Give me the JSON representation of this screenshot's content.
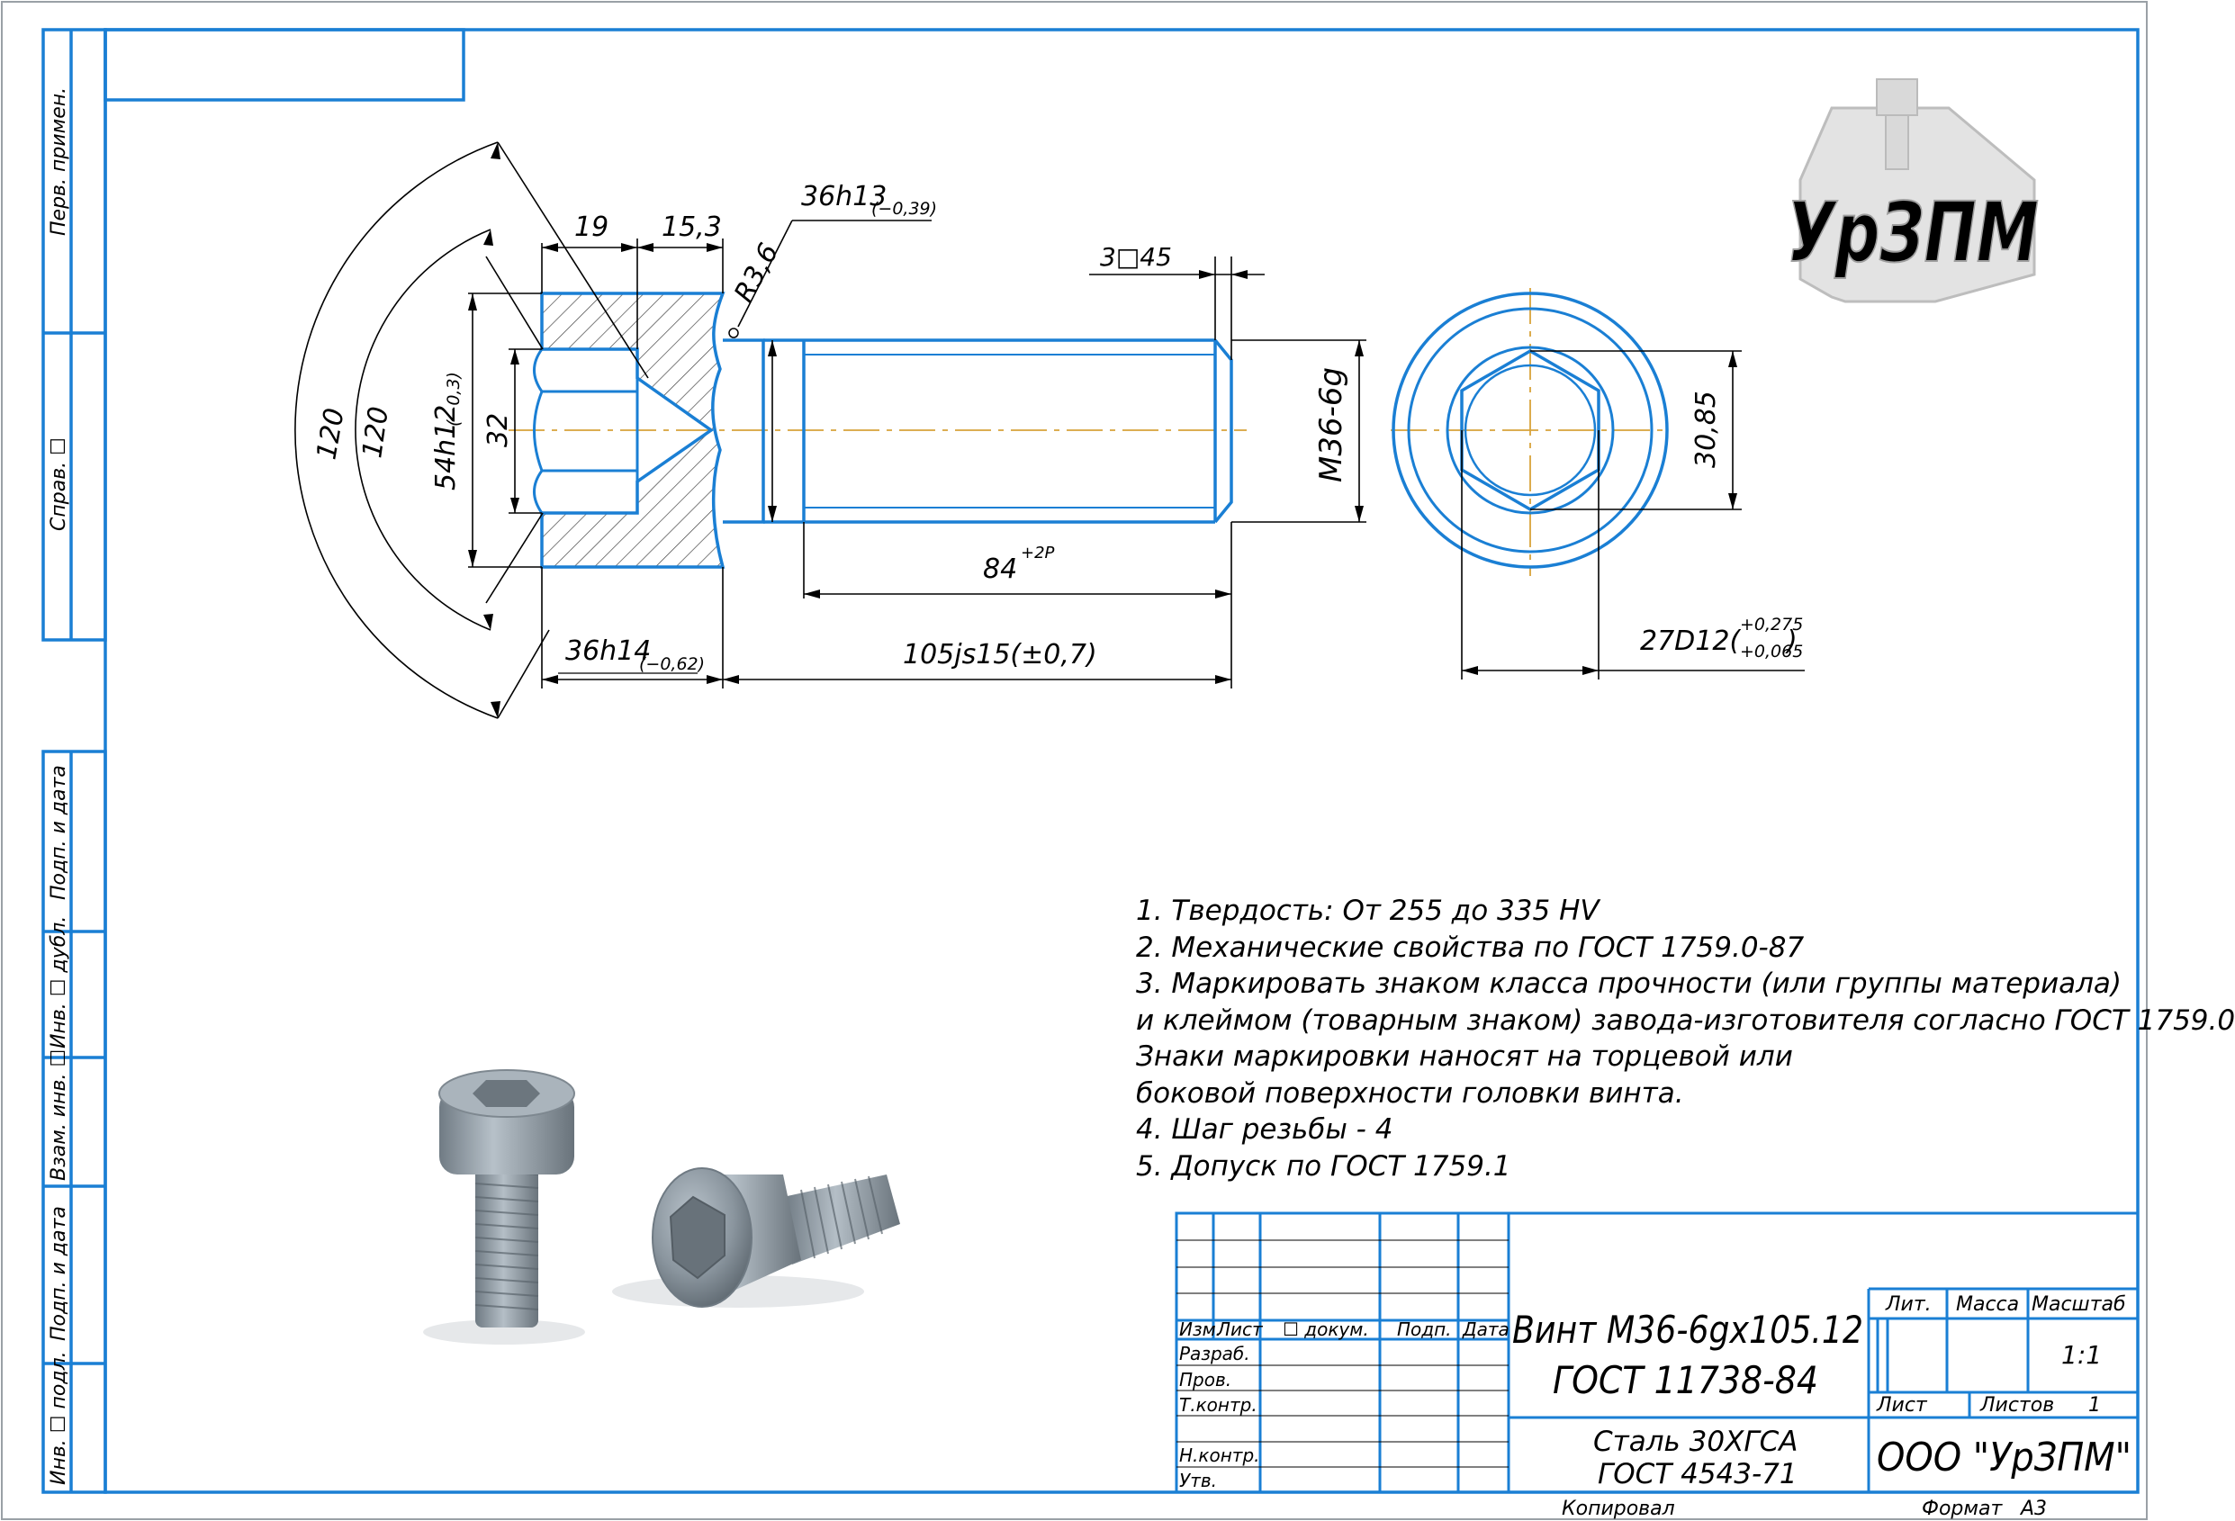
{
  "side_labels": {
    "perv_primen": "Перв. примен.",
    "sprav": "Справ. ☐",
    "podp_data_1": "Подп. и дата",
    "inv_dubl": "Инв. ☐ дубл.",
    "vzam_inv": "Взам. инв. ☐",
    "podp_data_2": "Подп. и дата",
    "inv_podl": "Инв. ☐ подл."
  },
  "dimensions": {
    "angle_outer": "120",
    "angle_inner": "120",
    "head_dia": "54h12",
    "head_dia_tol": "(−0,3)",
    "hex_depth_dim": "32",
    "dim_19": "19",
    "dim_15_3": "15,3",
    "shank_dia": "36h13",
    "shank_dia_tol": "(−0,39)",
    "radius": "R3,6",
    "chamfer": "3□45",
    "thread": "M36-6g",
    "thread_len": "84",
    "thread_len_tol": "+2P",
    "head_len": "36h14",
    "head_len_tol": "(−0,62)",
    "total_len": "105js15(±0,7)",
    "hex_flats": "30,85",
    "hex_corners": "27D12(",
    "hex_corners_tol_upper": "+0,275",
    "hex_corners_tol_lower": "+0,065"
  },
  "logo": {
    "text": "УрЗПМ",
    "color": "#c8c8c8"
  },
  "notes": [
    "1. Твердость: От 255 до 335 HV",
    "2. Механические свойства по ГОСТ 1759.0-87",
    "3. Маркировать знаком класса прочности (или группы материала)",
    "и клеймом (товарным знаком) завода-изготовителя согласно ГОСТ 1759.0",
    "Знаки маркировки наносят на торцевой или",
    "боковой поверхности головки винта.",
    "4. Шаг резьбы - 4",
    "5. Допуск по ГОСТ 1759.1"
  ],
  "title_block": {
    "headers": {
      "izm": "Изм.",
      "list": "Лист",
      "dokum": "☐ докум.",
      "podp": "Подп.",
      "data": "Дата"
    },
    "rows": {
      "razrab": "Разраб.",
      "prov": "Пров.",
      "tkontr": "Т.контр.",
      "nkontr": "Н.контр.",
      "utv": "Утв."
    },
    "name_line1": "Винт М36-6gx105.12",
    "name_line2": "ГОСТ 11738-84",
    "material_line1": "Сталь 30ХГСА",
    "material_line2": "ГОСТ 4543-71",
    "lit": "Лит.",
    "massa": "Масса",
    "masshtab": "Масштаб",
    "scale_value": "1:1",
    "sheet_label": "Лист",
    "sheets_label": "Листов",
    "sheets_value": "1",
    "company": "ООО \"УрЗПМ\"",
    "kopiroval": "Копировал",
    "format_label": "Формат",
    "format_value": "А3"
  },
  "colors": {
    "frame": "#1a7fd4",
    "line": "#000000",
    "axis": "#d8a33a"
  }
}
